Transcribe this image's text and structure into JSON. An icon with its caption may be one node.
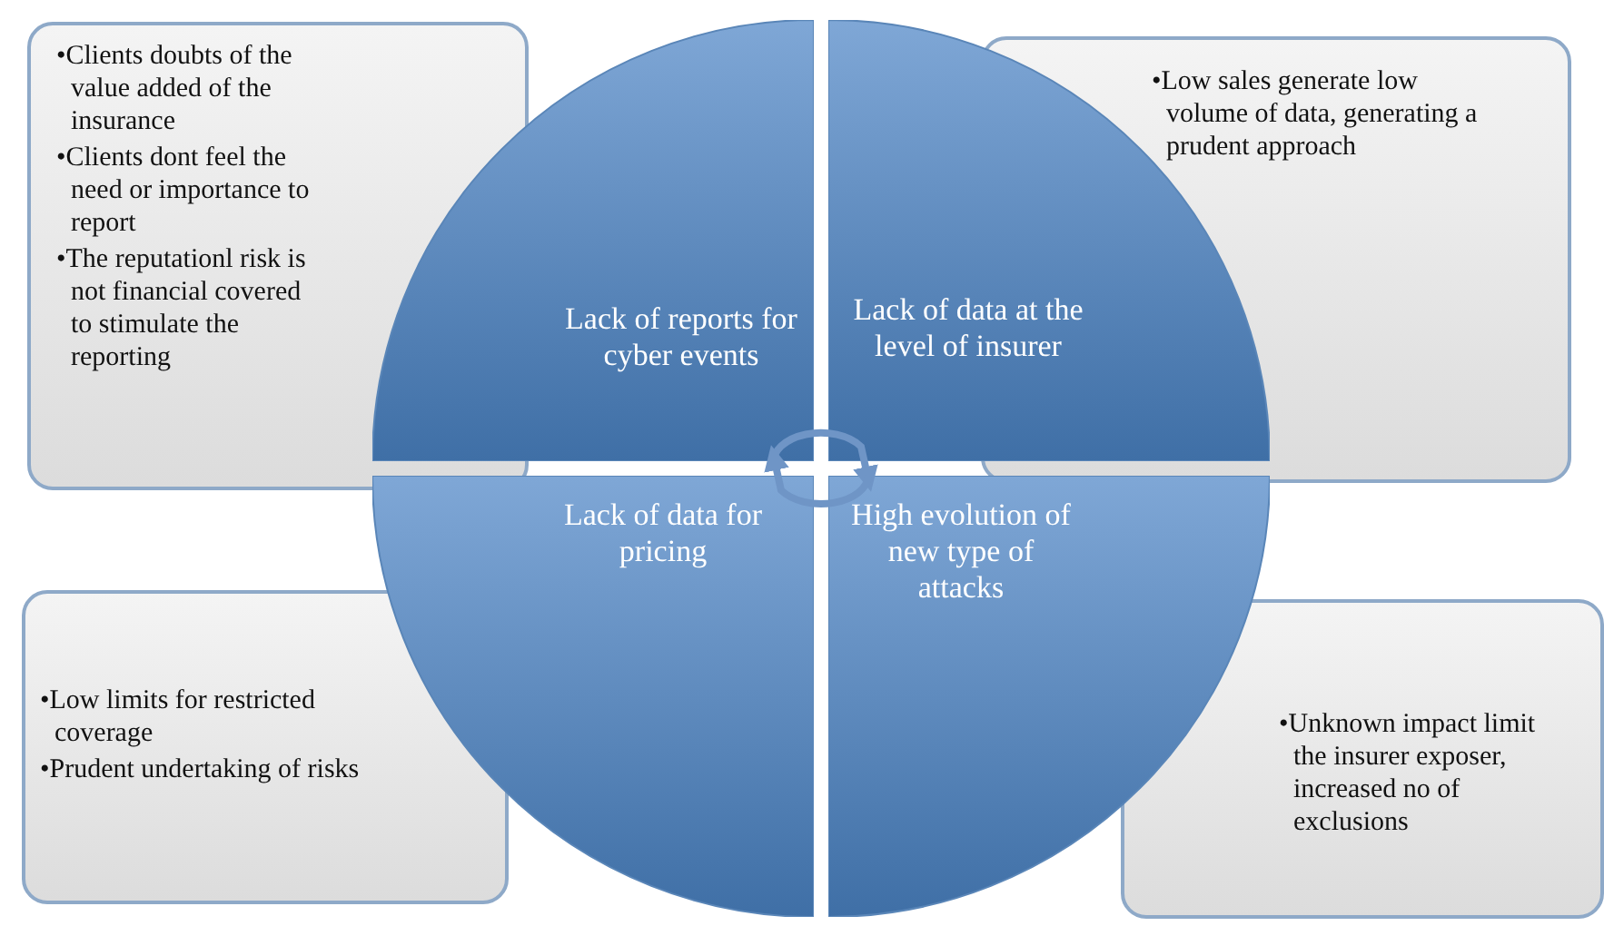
{
  "diagram": {
    "nodes": [
      {
        "text": [
          "•Clients doubts of the value added of the insurance",
          "•Clients dont feel the need or importance to report",
          "•The reputationl risk is not financial covered to stimulate the reporting"
        ]
      },
      {
        "text": [
          "Lack of reports for cyber events"
        ]
      },
      {
        "text": [
          "Lack of data at the level of insurer"
        ]
      },
      {
        "text": [
          "•Low sales generate low volume of data, generating a prudent approach"
        ]
      },
      {
        "text": [
          "•Low limits for restricted coverage",
          "•Prudent undertaking of risks"
        ]
      },
      {
        "text": [
          "Lack of data for pricing"
        ]
      },
      {
        "text": [
          "High evolution of new type of attacks"
        ]
      },
      {
        "text": [
          "•Unknown impact limit the insurer exposer, increased no of exclusions"
        ]
      }
    ],
    "edges": [
      {
        "from": 1,
        "to": 2,
        "arrow": "to"
      },
      {
        "from": 6,
        "to": 5,
        "arrow": "to"
      }
    ]
  }
}
